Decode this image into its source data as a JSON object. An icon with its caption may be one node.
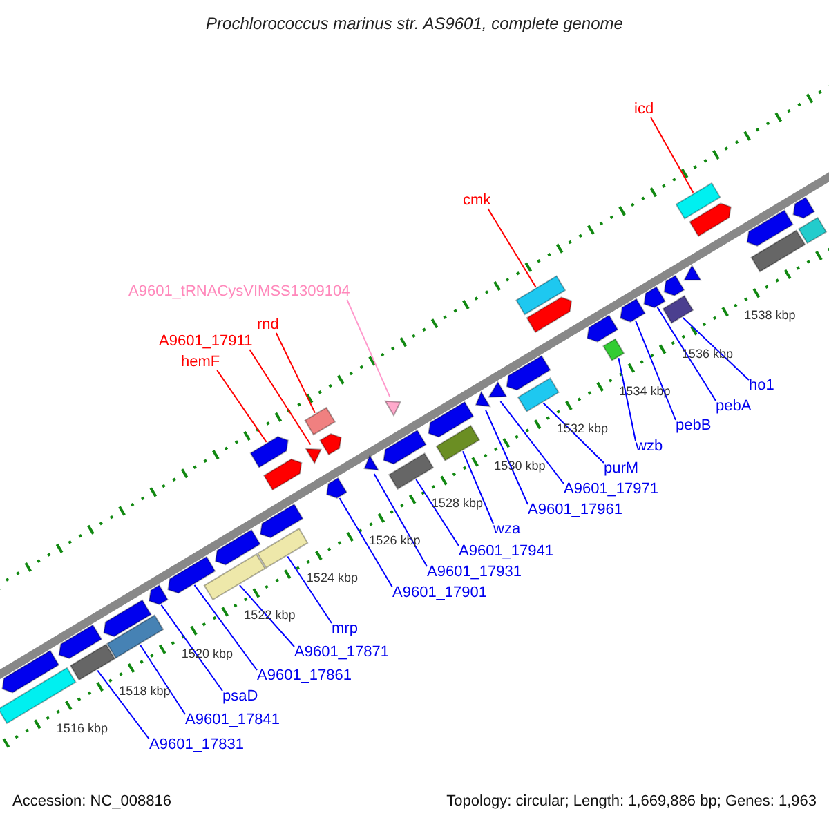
{
  "diagram": {
    "title": "Prochlorococcus marinus str. AS9601, complete genome",
    "nodes": [
      {
        "text": [
          "icd"
        ]
      },
      {
        "text": [
          "cmk"
        ]
      },
      {
        "text": [
          "A9601_tRNACysVIMSS1309104"
        ]
      },
      {
        "text": [
          "rnd"
        ]
      },
      {
        "text": [
          "A9601_17911"
        ]
      },
      {
        "text": [
          "hemF"
        ]
      },
      {
        "text": [
          "ho1"
        ]
      },
      {
        "text": [
          "pebA"
        ]
      },
      {
        "text": [
          "pebB"
        ]
      },
      {
        "text": [
          "wzb"
        ]
      },
      {
        "text": [
          "purM"
        ]
      },
      {
        "text": [
          "A9601_17971"
        ]
      },
      {
        "text": [
          "A9601_17961"
        ]
      },
      {
        "text": [
          "wza"
        ]
      },
      {
        "text": [
          "A9601_17941"
        ]
      },
      {
        "text": [
          "A9601_17931"
        ]
      },
      {
        "text": [
          "A9601_17901"
        ]
      },
      {
        "text": [
          "mrp"
        ]
      },
      {
        "text": [
          "A9601_17871"
        ]
      },
      {
        "text": [
          "A9601_17861"
        ]
      },
      {
        "text": [
          "psaD"
        ]
      },
      {
        "text": [
          "A9601_17841"
        ]
      },
      {
        "text": [
          "A9601_17831"
        ]
      },
      {
        "text": [],
        "shape": "bar"
      },
      {
        "text": [],
        "shape": "bar"
      },
      {
        "text": [],
        "shape": "triangle"
      },
      {
        "text": [],
        "shape": "bar"
      },
      {
        "text": [],
        "shape": "triangle"
      },
      {
        "text": [],
        "shape": "pentagon"
      },
      {
        "text": [],
        "shape": "bar"
      },
      {
        "text": [],
        "shape": "pentagon"
      },
      {
        "text": [],
        "shape": "pentagon"
      },
      {
        "text": [],
        "shape": "bar"
      },
      {
        "text": [],
        "shape": "bar"
      },
      {
        "text": [],
        "shape": "triangle"
      },
      {
        "text": [],
        "shape": "triangle"
      },
      {
        "text": [],
        "shape": "bar"
      },
      {
        "text": [],
        "shape": "bar"
      },
      {
        "text": [],
        "shape": "triangle"
      },
      {
        "text": [],
        "shape": "pentagon"
      },
      {
        "text": [],
        "shape": "bar"
      },
      {
        "text": [],
        "shape": "bar"
      },
      {
        "text": [],
        "shape": "pentagon"
      },
      {
        "text": [],
        "shape": "pentagon"
      },
      {
        "text": [],
        "shape": "bar"
      },
      {
        "text": [],
        "shape": "bar"
      },
      {
        "text": [],
        "shape": "bar"
      },
      {
        "text": [],
        "shape": "pentagon"
      },
      {
        "text": [],
        "shape": "pentagon"
      },
      {
        "text": [],
        "shape": "pentagon"
      },
      {
        "text": [],
        "shape": "pentagon"
      },
      {
        "text": [],
        "shape": "pentagon"
      },
      {
        "text": [],
        "shape": "pentagon"
      },
      {
        "text": [],
        "shape": "pentagon"
      },
      {
        "text": [],
        "shape": "pentagon"
      },
      {
        "text": [],
        "shape": "pentagon"
      },
      {
        "text": [],
        "shape": "pentagon"
      },
      {
        "text": [],
        "shape": "pentagon"
      },
      {
        "text": [],
        "shape": "pentagon"
      },
      {
        "text": [],
        "shape": "pentagon"
      },
      {
        "text": [],
        "shape": "triangle"
      },
      {
        "text": [],
        "shape": "pentagon"
      },
      {
        "text": [],
        "shape": "bar"
      },
      {
        "text": [],
        "shape": "pentagon"
      },
      {
        "text": [],
        "shape": "bar"
      },
      {
        "text": [],
        "shape": "pentagon"
      }
    ],
    "edges": [
      {
        "from": 0,
        "to": 23,
        "arrow": "none",
        "color": "#ff0000"
      },
      {
        "from": 1,
        "to": 24,
        "arrow": "none",
        "color": "#ff0000"
      },
      {
        "from": 2,
        "to": 25,
        "arrow": "none",
        "color": "#ff99cc"
      },
      {
        "from": 3,
        "to": 26,
        "arrow": "none",
        "color": "#ff0000"
      },
      {
        "from": 4,
        "to": 27,
        "arrow": "none",
        "color": "#ff0000"
      },
      {
        "from": 5,
        "to": 28,
        "arrow": "none",
        "color": "#ff0000"
      },
      {
        "from": 6,
        "to": 29,
        "arrow": "none"
      },
      {
        "from": 7,
        "to": 30,
        "arrow": "none"
      },
      {
        "from": 8,
        "to": 31,
        "arrow": "none"
      },
      {
        "from": 9,
        "to": 32,
        "arrow": "none"
      },
      {
        "from": 10,
        "to": 33,
        "arrow": "none"
      },
      {
        "from": 11,
        "to": 34,
        "arrow": "none"
      },
      {
        "from": 12,
        "to": 35,
        "arrow": "none"
      },
      {
        "from": 13,
        "to": 36,
        "arrow": "none"
      },
      {
        "from": 14,
        "to": 37,
        "arrow": "none"
      },
      {
        "from": 15,
        "to": 38,
        "arrow": "none"
      },
      {
        "from": 16,
        "to": 39,
        "arrow": "none"
      },
      {
        "from": 17,
        "to": 40,
        "arrow": "none"
      },
      {
        "from": 18,
        "to": 41,
        "arrow": "none"
      },
      {
        "from": 19,
        "to": 42,
        "arrow": "none"
      },
      {
        "from": 20,
        "to": 43,
        "arrow": "none"
      },
      {
        "from": 21,
        "to": 44,
        "arrow": "none"
      },
      {
        "from": 22,
        "to": 45,
        "arrow": "none"
      }
    ],
    "labels": [
      "1538 kbp",
      "1536 kbp",
      "1534 kbp",
      "1532 kbp",
      "1530 kbp",
      "1528 kbp",
      "1526 kbp",
      "1524 kbp",
      "1522 kbp",
      "1520 kbp",
      "1518 kbp",
      "1516 kbp",
      "Accession: NC_008816",
      "Topology: circular; Length: 1,669,886 bp; Genes: 1,963"
    ]
  }
}
